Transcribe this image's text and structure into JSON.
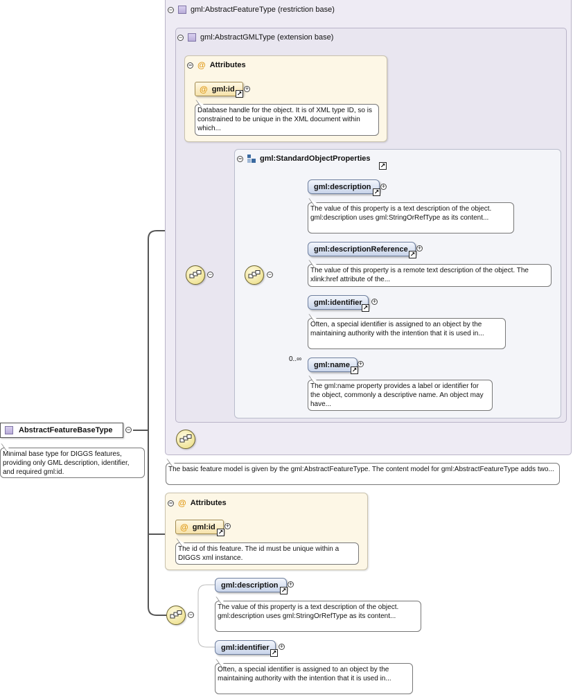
{
  "root": {
    "label": "AbstractFeatureBaseType",
    "doc": "Minimal base type for DIGGS features, providing only GML description, identifier, and required gml:id."
  },
  "restriction": {
    "label": "gml:AbstractFeatureType (restriction base)",
    "doc": "The basic feature model is given by the gml:AbstractFeatureType. The content model for gml:AbstractFeatureType adds two..."
  },
  "extension": {
    "label": "gml:AbstractGMLType (extension base)"
  },
  "inner_attributes": {
    "label": "Attributes",
    "id_label": "gml:id",
    "id_doc": "Database handle for the object. It is of XML type ID, so is constrained to be unique in the XML document within which..."
  },
  "standard_props": {
    "label": "gml:StandardObjectProperties",
    "elements": [
      {
        "label": "gml:description",
        "doc": "The value of this property is a text description of the object. gml:description uses gml:StringOrRefType as its content..."
      },
      {
        "label": "gml:descriptionReference",
        "doc": "The value of this property is a remote text description of the object. The xlink:href attribute of the..."
      },
      {
        "label": "gml:identifier",
        "doc": "Often, a special identifier is assigned to an object by the maintaining authority with the intention that it is used in..."
      },
      {
        "label": "gml:name",
        "doc": "The gml:name property provides a label or identifier for the object, commonly a descriptive name. An object may have...",
        "multiplicity": "0..∞"
      }
    ]
  },
  "outer_attributes": {
    "label": "Attributes",
    "id_label": "gml:id",
    "id_doc": "The id of this feature. The id must be unique within a DIGGS xml instance."
  },
  "bottom_sequence": {
    "elements": [
      {
        "label": "gml:description",
        "doc": "The value of this property is a text description of the object. gml:description uses gml:StringOrRefType as its content..."
      },
      {
        "label": "gml:identifier",
        "doc": "Often, a special identifier is assigned to an object by the maintaining authority with the intention that it is used in..."
      }
    ]
  },
  "symbols": {
    "collapse": "−",
    "expand": "+",
    "link": "↗",
    "attribute": "@"
  },
  "colors": {
    "type_panel": "#eeebf4",
    "attr_panel": "#fdf7e6",
    "element_fill": "#c8d4ea",
    "attr_icon": "#e09b1a"
  }
}
